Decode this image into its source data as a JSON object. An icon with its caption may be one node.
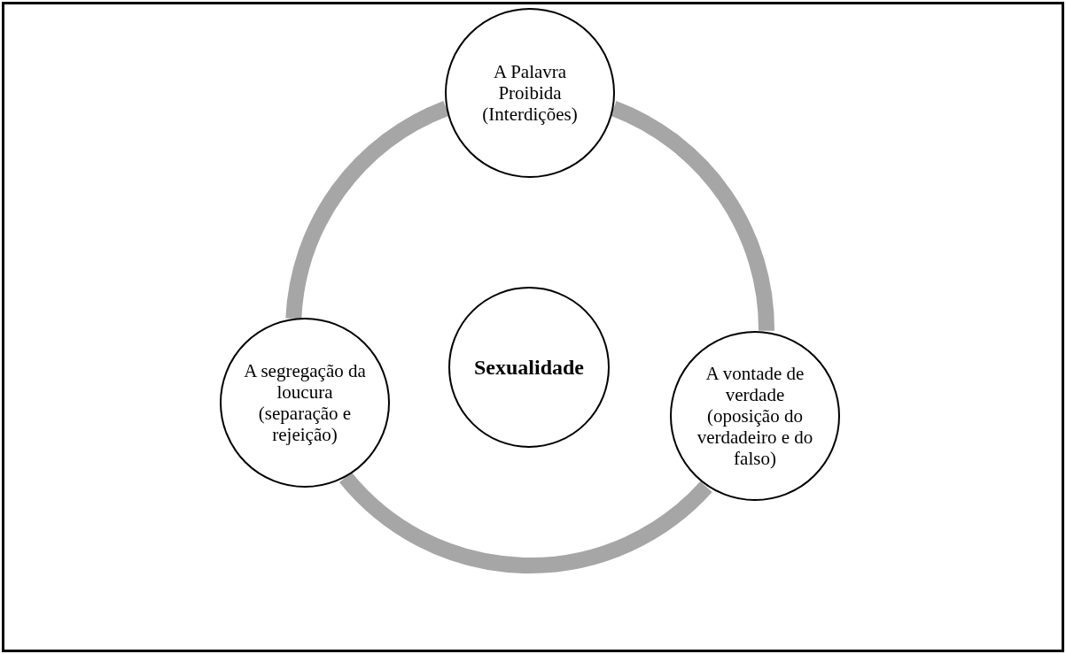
{
  "diagram": {
    "nodes": [
      {
        "text": [
          "A Palavra Proibida (Interdições)"
        ]
      },
      {
        "text": [
          "Sexualidade"
        ]
      },
      {
        "text": [
          "A segregação da loucura (separação e rejeição)"
        ]
      },
      {
        "text": [
          "A vontade de verdade (oposição do verdadeiro e do falso)"
        ]
      }
    ],
    "edges": [
      {
        "from": 0,
        "to": 3,
        "arrow": "none"
      },
      {
        "from": 3,
        "to": 2,
        "arrow": "none"
      },
      {
        "from": 2,
        "to": 0,
        "arrow": "none"
      }
    ]
  }
}
